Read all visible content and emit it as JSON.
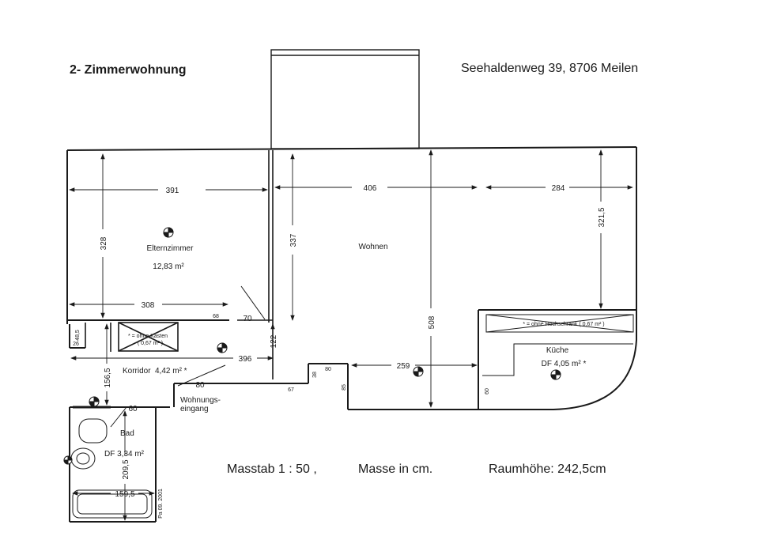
{
  "header": {
    "title": "2- Zimmerwohnung",
    "address": "Seehaldenweg 39,   8706 Meilen"
  },
  "rooms": {
    "eltern": {
      "name": "Elternzimmer",
      "area": "12,83 m²"
    },
    "wohnen": {
      "name": "Wohnen"
    },
    "kueche": {
      "name": "Küche",
      "area": "DF 4,05 m² *"
    },
    "korridor": {
      "name": "Korridor",
      "area": "4,42 m² *"
    },
    "bad": {
      "name": "Bad",
      "area": "DF 3,34 m²"
    },
    "eingang": {
      "line1": "Wohnungs-",
      "line2": "eingang"
    }
  },
  "notes": {
    "kasten": "* = ohne Kasten",
    "kasten_area": "( 0,67 m² )",
    "kueche_note": "* = ohne Hochschrank  ( 0,67 m² )"
  },
  "dimensions": {
    "d391": "391",
    "d406": "406",
    "d284": "284",
    "d328": "328",
    "d337": "337",
    "d321_5": "321,5",
    "d308": "308",
    "d70": "70",
    "d508": "508",
    "d122": "122",
    "d396": "396",
    "d259": "259",
    "d156_5": "156,5",
    "d48_5": "48,5",
    "d26": "26",
    "d60a": "60",
    "d80a": "80",
    "d80b": "80",
    "d38": "38",
    "d67": "67",
    "d85": "85",
    "d60b": "60",
    "d209_5": "209,5",
    "d159_5": "159,5",
    "d68": "68"
  },
  "footer": {
    "scale": "Masstab  1 : 50   ,",
    "units": "Masse in cm.",
    "height": "Raumhöhe:  242,5cm",
    "stamp": "Pa 09. 2001"
  }
}
